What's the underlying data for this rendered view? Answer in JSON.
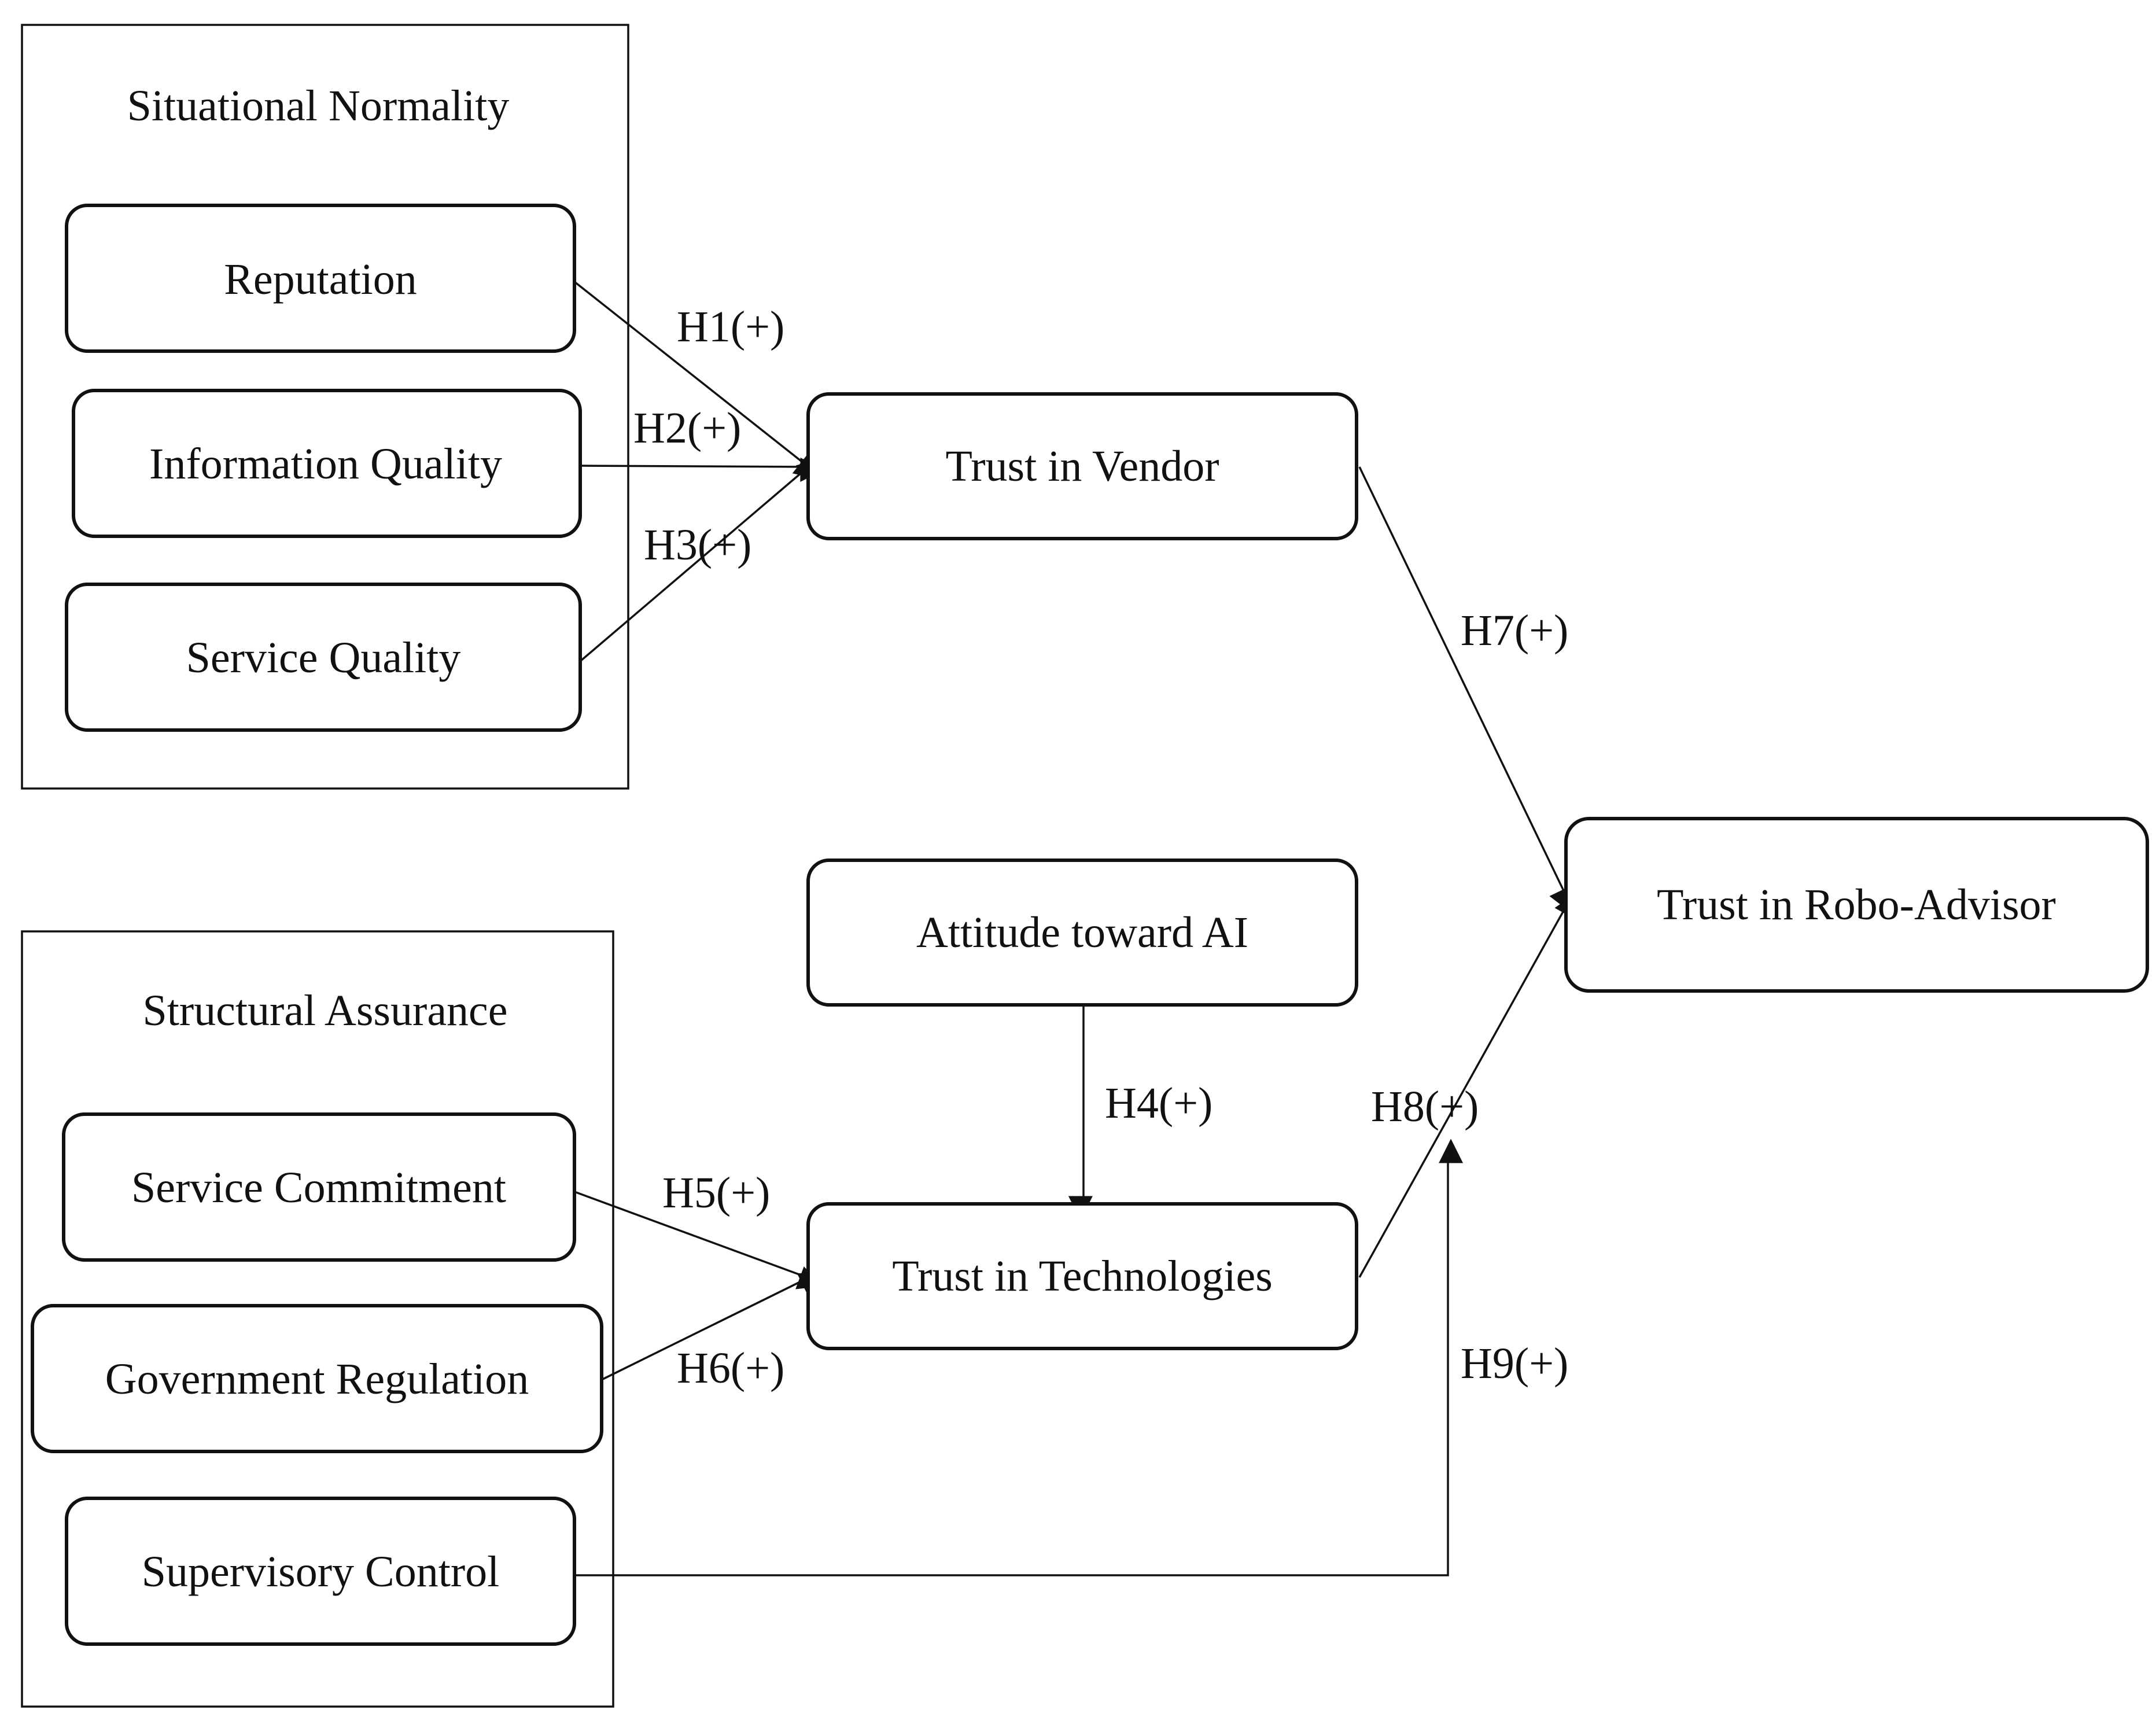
{
  "groups": {
    "situational_normality": {
      "title": "Situational Normality"
    },
    "structural_assurance": {
      "title": "Structural Assurance"
    }
  },
  "nodes": {
    "reputation": "Reputation",
    "information_quality": "Information Quality",
    "service_quality": "Service Quality",
    "trust_in_vendor": "Trust in Vendor",
    "attitude_toward_ai": "Attitude toward AI",
    "trust_in_technologies": "Trust in Technologies",
    "trust_in_robo_advisor": "Trust in Robo-Advisor",
    "service_commitment": "Service Commitment",
    "government_regulation": "Government Regulation",
    "supervisory_control": "Supervisory Control"
  },
  "hypotheses": {
    "h1": "H1(+)",
    "h2": "H2(+)",
    "h3": "H3(+)",
    "h4": "H4(+)",
    "h5": "H5(+)",
    "h6": "H6(+)",
    "h7": "H7(+)",
    "h8": "H8(+)",
    "h9": "H9(+)"
  },
  "colors": {
    "stroke": "#111111",
    "background": "#ffffff"
  }
}
